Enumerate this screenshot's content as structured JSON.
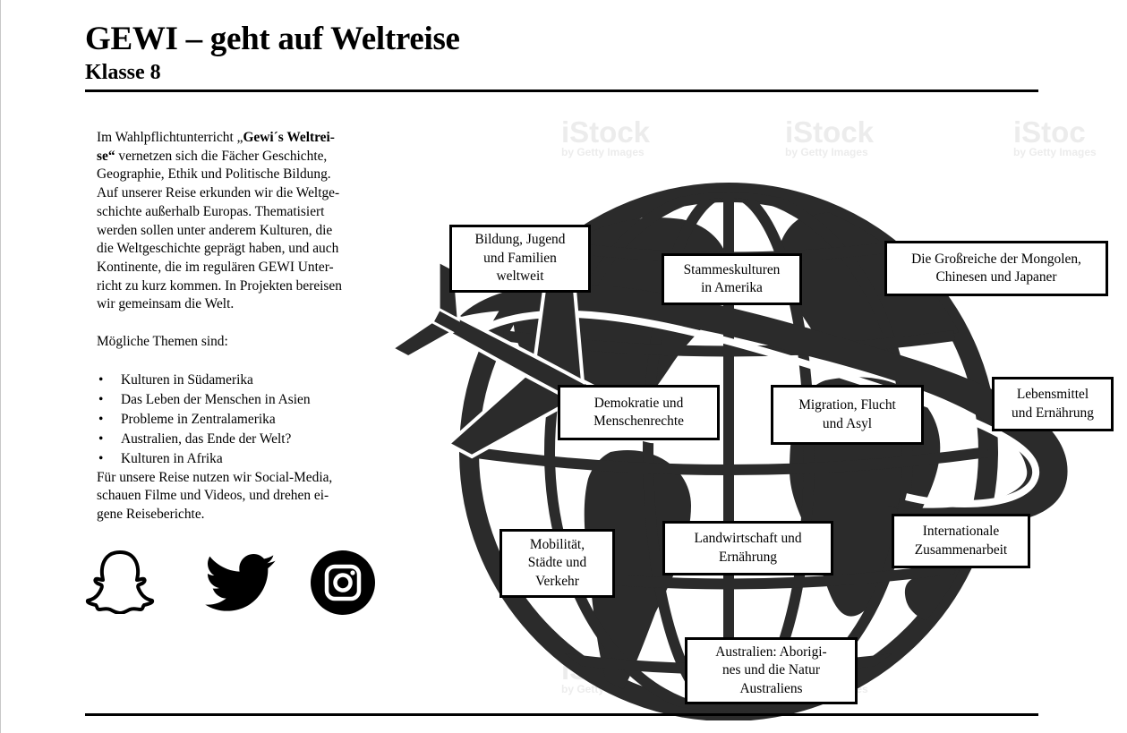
{
  "header": {
    "title": "GEWI – geht auf Weltreise",
    "subtitle": "Klasse 8"
  },
  "intro": {
    "p1_prefix": "Im Wahlpflichtunterricht „",
    "p1_bold_1": "Gewi´s Weltrei-",
    "p1_bold_2": "se“",
    "p1_line2_rest": " vernetzen sich die Fächer Geschichte,",
    "p1_lines": [
      "Geographie, Ethik und Politische Bildung.",
      "Auf unserer Reise erkunden wir die Weltge-",
      "schichte außerhalb Europas. Thematisiert",
      "werden sollen unter anderem Kulturen, die",
      "die Weltgeschichte geprägt haben, und auch",
      "Kontinente, die im regulären GEWI Unter-",
      "richt zu kurz kommen. In Projekten bereisen",
      "wir gemeinsam die Welt."
    ],
    "topics_intro": "Mögliche Themen sind:",
    "bullets": [
      "Kulturen in Südamerika",
      "Das Leben der Menschen in Asien",
      "Probleme in Zentralamerika",
      "Australien, das Ende der Welt?",
      "Kulturen in Afrika"
    ],
    "closing_lines": [
      "Für unsere Reise nutzen wir Social-Media,",
      "schauen Filme und Videos, und drehen ei-",
      "gene Reiseberichte."
    ]
  },
  "social_icons": [
    "snapchat-icon",
    "twitter-icon",
    "instagram-icon"
  ],
  "watermark": {
    "brand": "iStock",
    "line2": "by Getty Images",
    "fragment": "iStoc"
  },
  "topics": {
    "bildung": [
      "Bildung, Jugend",
      "und Familien",
      "weltweit"
    ],
    "stammeskulturen": [
      "Stammeskulturen",
      "in Amerika"
    ],
    "grossreiche": [
      "Die Großreiche der Mongolen,",
      "Chinesen und Japaner"
    ],
    "demokratie": [
      "Demokratie und",
      "Menschenrechte"
    ],
    "migration": [
      "Migration, Flucht",
      "und Asyl"
    ],
    "lebensmittel": [
      "Lebensmittel",
      "und Ernährung"
    ],
    "mobilitaet": [
      "Mobilität,",
      "Städte und",
      "Verkehr"
    ],
    "landwirtschaft": [
      "Landwirtschaft und",
      "Ernährung"
    ],
    "international": [
      "Internationale",
      "Zusammenarbeit"
    ],
    "australien": [
      "Australien: Aborigi-",
      "nes und die Natur",
      "Australiens"
    ]
  },
  "colors": {
    "globe": "#2b2b2b",
    "background": "#ffffff",
    "watermark": "#ececec"
  }
}
